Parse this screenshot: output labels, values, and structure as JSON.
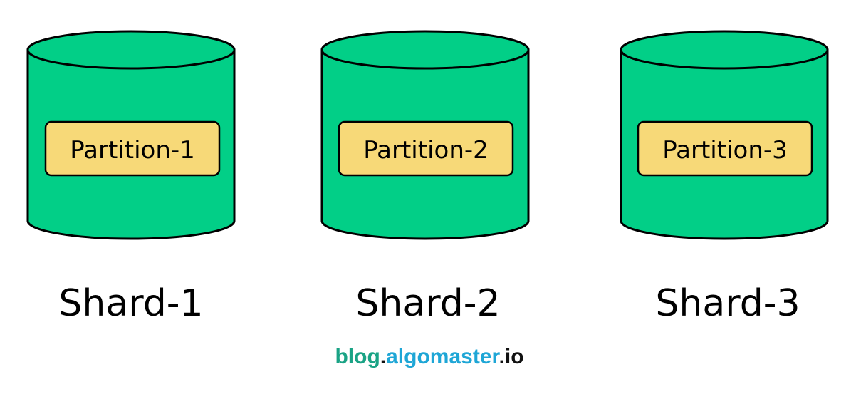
{
  "shards": [
    {
      "label": "Shard-1",
      "partition": "Partition-1"
    },
    {
      "label": "Shard-2",
      "partition": "Partition-2"
    },
    {
      "label": "Shard-3",
      "partition": "Partition-3"
    }
  ],
  "watermark": {
    "part1": "blog",
    "dot1": ".",
    "part2": "algomaster",
    "dot2": ".",
    "part3": "io"
  },
  "colors": {
    "cylinder": "#02cf87",
    "partition_box": "#f7d978",
    "watermark_blog": "#1aa385",
    "watermark_algomaster": "#1ea6d6"
  }
}
